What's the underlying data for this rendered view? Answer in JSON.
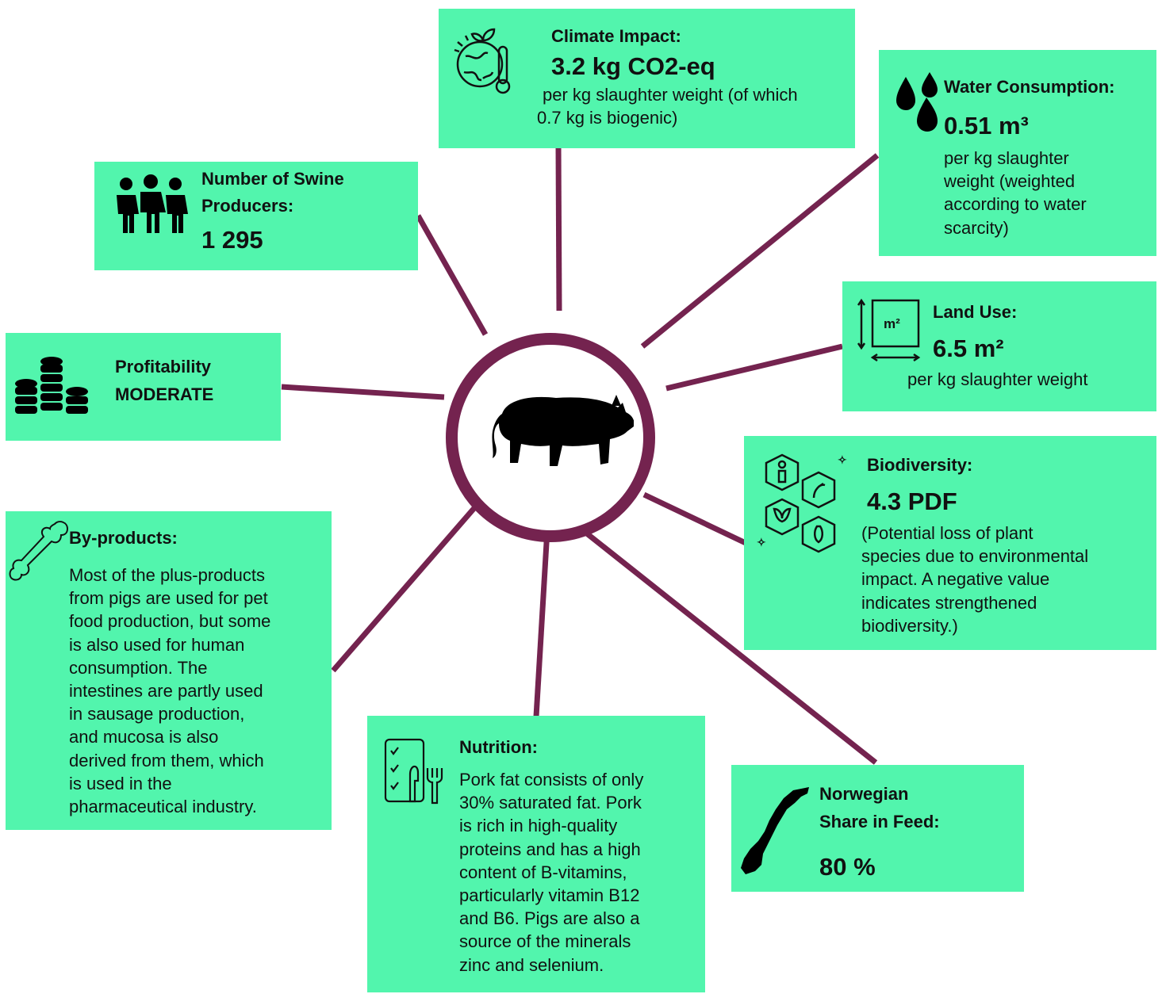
{
  "colors": {
    "box": "#52f5ad",
    "connector": "#74234f",
    "text": "#111111"
  },
  "hub": {
    "icon": "pig-icon"
  },
  "climate": {
    "icon": "globe-thermometer-icon",
    "title": "Climate Impact:",
    "value": "3.2 kg CO2-eq",
    "note_line1": "per kg slaughter weight (of which",
    "note_line2": "0.7 kg is biogenic)"
  },
  "water": {
    "icon": "water-drops-icon",
    "title": "Water Consumption:",
    "value": "0.51 m³",
    "note_lines": [
      "per kg slaughter",
      "weight (weighted",
      "according to water",
      "scarcity)"
    ]
  },
  "swine": {
    "icon": "people-group-icon",
    "title_line1": "Number of Swine",
    "title_line2": "Producers:",
    "value": "1 295"
  },
  "land": {
    "icon": "area-square-icon",
    "icon_label": "m²",
    "title": "Land Use:",
    "value": "6.5 m²",
    "note": "per kg slaughter weight"
  },
  "profitability": {
    "icon": "coin-stacks-icon",
    "title": "Profitability",
    "value": "MODERATE"
  },
  "biodiversity": {
    "icon": "biodiversity-hexagons-icon",
    "title": "Biodiversity:",
    "value": "4.3 PDF",
    "note_lines": [
      "(Potential loss of plant",
      "species due to environmental",
      "impact. A negative value",
      "indicates strengthened",
      "biodiversity.)"
    ]
  },
  "byproducts": {
    "icon": "bone-icon",
    "title": "By-products:",
    "body_lines": [
      "Most of the plus-products",
      "from pigs are used for pet",
      "food production, but some",
      "is also used for human",
      "consumption. The",
      "intestines are partly used",
      "in sausage production,",
      "and mucosa is also",
      "derived from them, which",
      "is used in the",
      "pharmaceutical industry."
    ]
  },
  "nutrition": {
    "icon": "checklist-utensils-icon",
    "title": "Nutrition:",
    "body_lines": [
      "Pork fat consists of only",
      "30% saturated fat. Pork",
      "is rich in high-quality",
      "proteins and has a high",
      "content of B-vitamins,",
      "particularly vitamin B12",
      "and B6. Pigs are also a",
      "source of the minerals",
      "zinc and selenium."
    ]
  },
  "feed": {
    "icon": "norway-map-icon",
    "title_line1": "Norwegian",
    "title_line2": "Share in Feed:",
    "value": "80 %"
  }
}
